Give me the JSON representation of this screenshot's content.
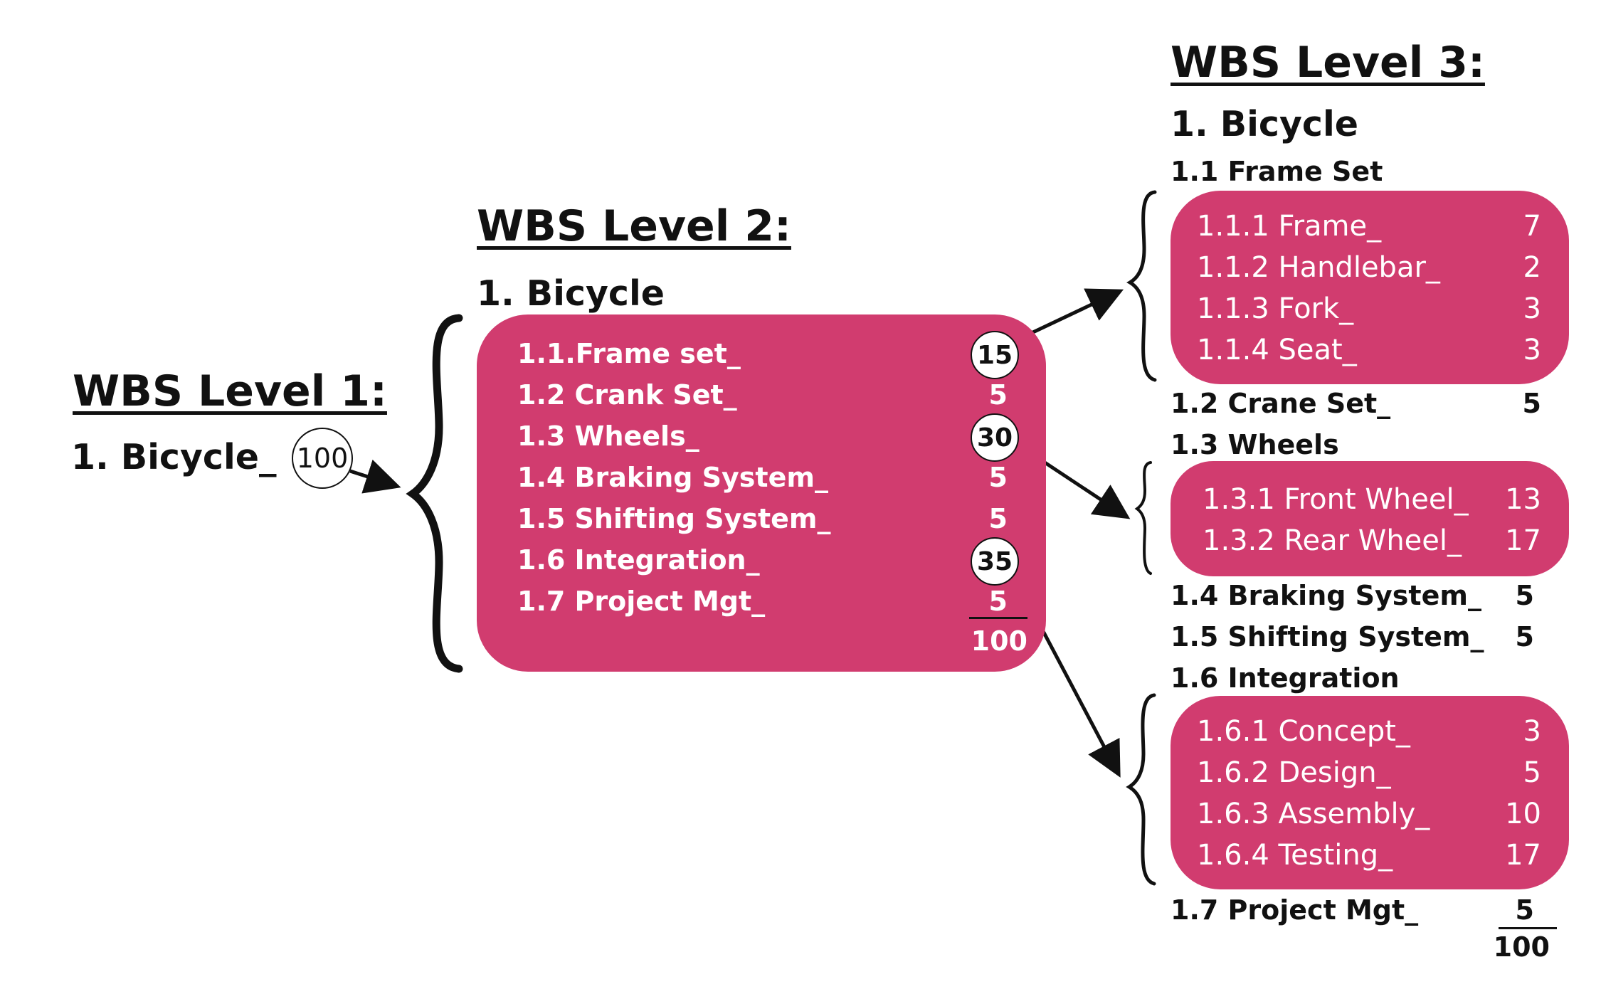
{
  "level1": {
    "heading": "WBS Level 1:",
    "item": "1. Bicycle_",
    "total": "100"
  },
  "level2": {
    "heading": "WBS Level 2:",
    "title": "1. Bicycle",
    "items": [
      {
        "label": "1.1.Frame set_",
        "value": "15"
      },
      {
        "label": "1.2 Crank Set_",
        "value": "5"
      },
      {
        "label": "1.3 Wheels_",
        "value": "30"
      },
      {
        "label": "1.4 Braking System_",
        "value": "5"
      },
      {
        "label": "1.5 Shifting System_",
        "value": "5"
      },
      {
        "label": "1.6 Integration_",
        "value": "35"
      },
      {
        "label": "1.7 Project Mgt_",
        "value": "5"
      }
    ],
    "total": "100"
  },
  "level3": {
    "heading": "WBS Level 3:",
    "title": "1. Bicycle",
    "frame_set": {
      "title": "1.1 Frame Set",
      "items": [
        {
          "label": "1.1.1 Frame_",
          "value": "7"
        },
        {
          "label": "1.1.2 Handlebar_",
          "value": "2"
        },
        {
          "label": "1.1.3 Fork_",
          "value": "3"
        },
        {
          "label": "1.1.4 Seat_",
          "value": "3"
        }
      ]
    },
    "crane_set": {
      "label": "1.2 Crane Set_",
      "value": "5"
    },
    "wheels": {
      "title": "1.3 Wheels",
      "items": [
        {
          "label": "1.3.1 Front Wheel_",
          "value": "13"
        },
        {
          "label": "1.3.2 Rear Wheel_",
          "value": "17"
        }
      ]
    },
    "braking": {
      "label": "1.4 Braking System_",
      "value": "5"
    },
    "shifting": {
      "label": "1.5 Shifting System_",
      "value": "5"
    },
    "integration": {
      "title": "1.6 Integration",
      "items": [
        {
          "label": "1.6.1 Concept_",
          "value": "3"
        },
        {
          "label": "1.6.2 Design_",
          "value": "5"
        },
        {
          "label": "1.6.3 Assembly_",
          "value": "10"
        },
        {
          "label": "1.6.4 Testing_",
          "value": "17"
        }
      ]
    },
    "project_mgt": {
      "label": "1.7 Project Mgt_",
      "value": "5"
    },
    "total": "100"
  },
  "colors": {
    "box": "#d13c6f",
    "text": "#111111",
    "box_text": "#ffffff"
  }
}
